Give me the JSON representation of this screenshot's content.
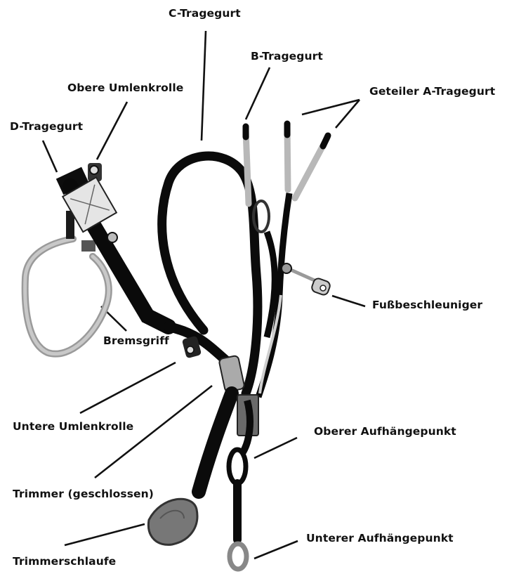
{
  "labels": {
    "c_tragegurt": "C-Tragegurt",
    "b_tragegurt": "B-Tragegurt",
    "obere_umlenkrolle": "Obere Umlenkrolle",
    "geteiler_a_tragegurt": "Geteiler A-Tragegurt",
    "d_tragegurt": "D-Tragegurt",
    "fussbeschleuniger": "Fußbeschleuniger",
    "bremsgriff": "Bremsgriff",
    "untere_umlenkrolle": "Untere Umlenkrolle",
    "oberer_aufhaengepunkt": "Oberer Aufhängepunkt",
    "trimmer": "Trimmer (geschlossen)",
    "unterer_aufhaengepunkt": "Unterer Aufhängepunkt",
    "trimmerschlaufe": "Trimmerschlaufe"
  }
}
